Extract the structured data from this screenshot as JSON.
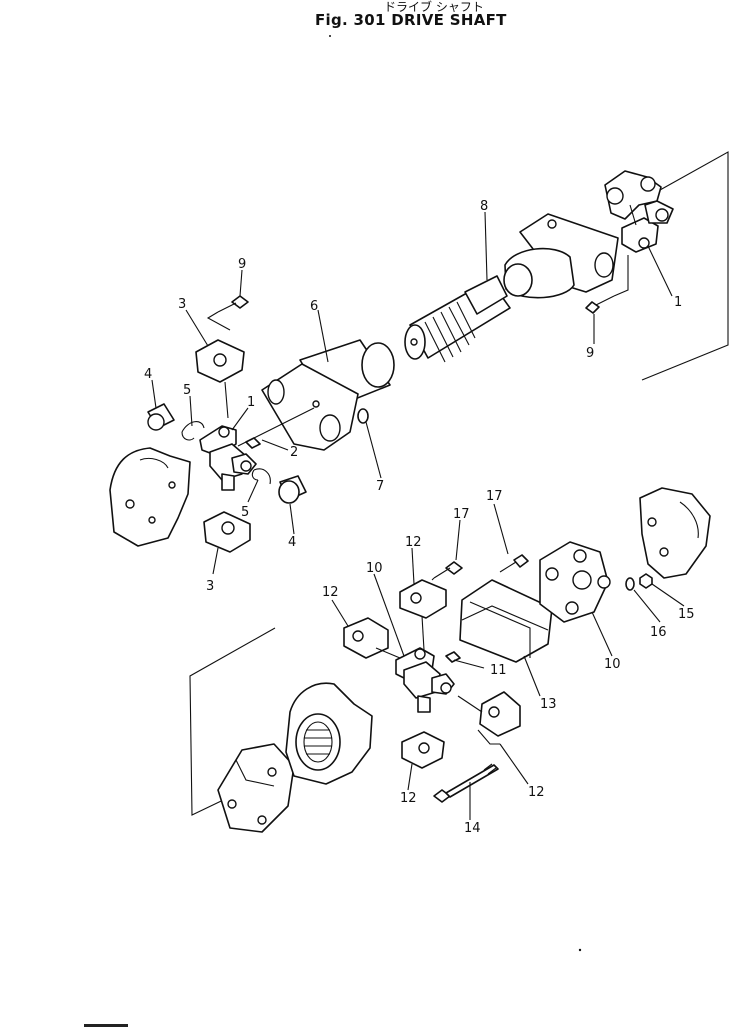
{
  "title_jp": "ドライブ シャフト",
  "title_en": "Fig. 301  DRIVE  SHAFT",
  "callouts": [
    "1",
    "2",
    "3",
    "4",
    "5",
    "6",
    "7",
    "8",
    "9",
    "10",
    "11",
    "12",
    "13",
    "14",
    "15",
    "16",
    "17"
  ]
}
